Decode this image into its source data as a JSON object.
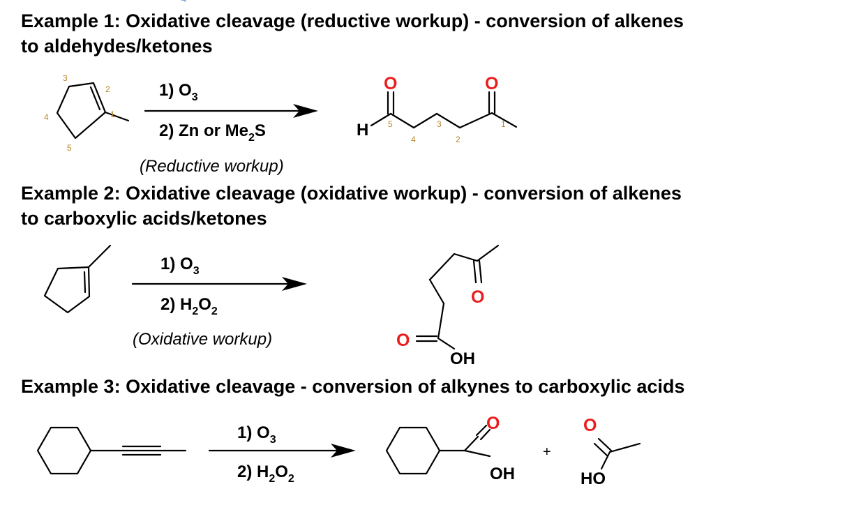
{
  "stray_mark": "4",
  "examples": [
    {
      "heading_line1": "Example 1: Oxidative cleavage (reductive workup) - conversion of alkenes",
      "heading_line2": "to aldehydes/ketones",
      "step1_prefix": "1) O",
      "step1_sub": "3",
      "step2_prefix": "2) Zn or Me",
      "step2_sub": "2",
      "step2_suffix": "S",
      "note": "(Reductive workup)",
      "reactant_numbers": [
        "1",
        "2",
        "3",
        "4",
        "5"
      ],
      "product_numbers": [
        "1",
        "2",
        "3",
        "4",
        "5"
      ],
      "product_atoms": {
        "o1": "O",
        "o2": "O",
        "h": "H"
      }
    },
    {
      "heading_line1": "Example 2: Oxidative cleavage (oxidative workup) - conversion of alkenes",
      "heading_line2": "to carboxylic acids/ketones",
      "step1_prefix": "1) O",
      "step1_sub": "3",
      "step2_prefix": "2) H",
      "step2_sub1": "2",
      "step2_mid": "O",
      "step2_sub2": "2",
      "note": "(Oxidative workup)",
      "product_atoms": {
        "ketone_o": "O",
        "acid_o": "O",
        "oh": "OH"
      }
    },
    {
      "heading_line1": "Example 3: Oxidative cleavage - conversion of alkynes to carboxylic acids",
      "step1_prefix": "1) O",
      "step1_sub": "3",
      "step2_prefix": "2) H",
      "step2_sub1": "2",
      "step2_mid": "O",
      "step2_sub2": "2",
      "plus": "+",
      "product1_atoms": {
        "o": "O",
        "oh": "OH"
      },
      "product2_atoms": {
        "o": "O",
        "ho": "HO"
      }
    }
  ],
  "colors": {
    "oxygen": "#ea1d1d",
    "numbering": "#b8862a",
    "stray": "#7a9bd0"
  }
}
